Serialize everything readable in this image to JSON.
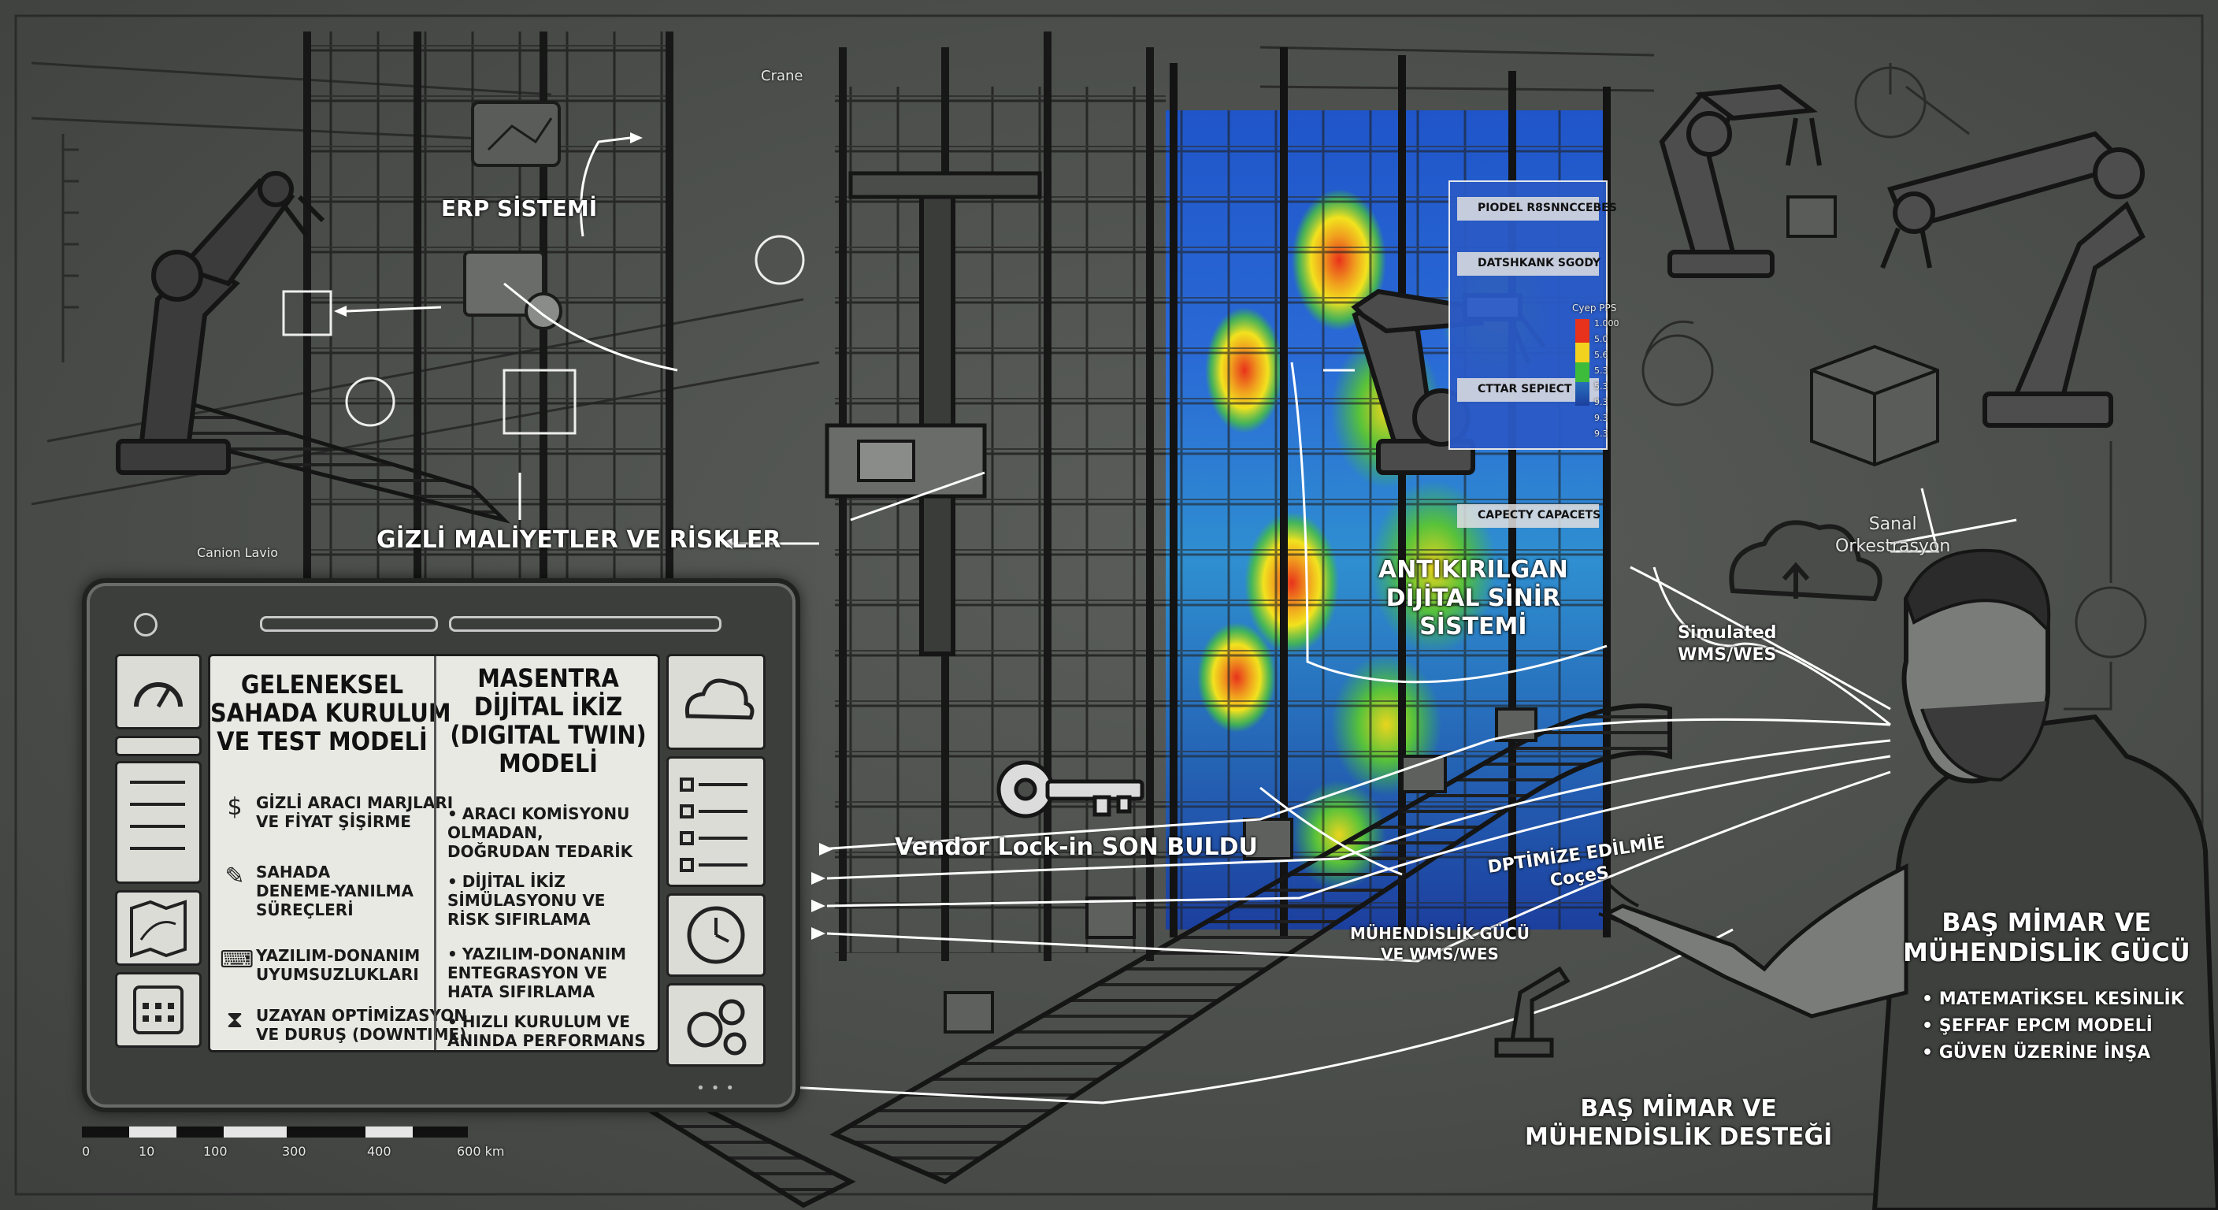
{
  "labels": {
    "crane": "Crane",
    "erp": "ERP SİSTEMİ",
    "hidden_costs": "GİZLİ MALİYETLER VE RİSKLER",
    "antifragile": "ANTIKIRILGAN\nDİJİTAL SİNİR\nSİSTEMİ",
    "vendor_lock": "Vendor Lock-in SON BULDU",
    "optimize": "DPTİMİZE EDİLMİE\nCoçeS",
    "eng_power_wms": "MÜHENDİSLİK GÜCÜ\nVE WMS/WES",
    "simulated": "Simulated\nWMS/WES",
    "virtual_orch": "Sanal\nOrkestrasyon",
    "canion": "Canion Lavio",
    "chief_support": "BAŞ MİMAR VE\nMÜHENDİSLİK DESTEĞİ",
    "chief_power": "BAŞ MİMAR VE\nMÜHENDİSLİK GÜCÜ"
  },
  "chief_points": [
    "MATEMATİKSEL KESİNLİK",
    "ŞEFFAF EPCM MODELİ",
    "GÜVEN ÜZERİNE İNŞA"
  ],
  "dashboard": {
    "rows": [
      "PIODEL R8SNNCCEBES",
      "DATSHKANK SGODY",
      "CTTAR SEPIECT",
      "CAPECTY CAPACETS"
    ],
    "legend_title": "Cyep PPS",
    "legend_values": [
      "1.000",
      "5.0",
      "5.6",
      "5.3",
      "5.3",
      "9.3",
      "9.3",
      "9.3"
    ]
  },
  "tablet": {
    "left_title": "GELENEKSEL\nSAHADA KURULUM\nVE TEST MODELİ",
    "left_items": [
      {
        "icon": "money-bag-icon",
        "text": "GİZLİ ARACI MARJLARI\nVE FİYAT ŞİŞİRME"
      },
      {
        "icon": "trial-error-icon",
        "text": "SAHADA\nDENEME-YANILMA\nSÜREÇLERİ"
      },
      {
        "icon": "software-hardware-icon",
        "text": "YAZILIM-DONANIM\nUYUMSUZLUKLARI"
      },
      {
        "icon": "hourglass-icon",
        "text": "UZAYAN OPTİMİZASYON\nVE DURUŞ (DOWNTIME)"
      }
    ],
    "right_title": "MASENTRA\nDİJİTAL İKİZ\n(DIGITAL TWIN)\nMODELİ",
    "right_items": [
      "ARACI KOMİSYONU\nOLMADAN,\nDOĞRUDAN TEDARİK",
      "DİJİTAL İKİZ\nSİMÜLASYONU VE\nRİSK SIFIRLAMA",
      "YAZILIM-DONANIM\nENTEGRASYON VE\nHATA SIFIRLAMA",
      "HIZLI KURULUM VE\nANINDA PERFORMANS"
    ]
  },
  "scale": {
    "ticks": [
      "0",
      "10",
      "100",
      "300",
      "400",
      "600 km"
    ]
  },
  "colors": {
    "ink": "#1c1d1c",
    "sketch": "#2a2b2a",
    "heat_blue": "#1e4fc8",
    "heat_green": "#3dbb3a",
    "heat_yellow": "#f2d21e",
    "heat_red": "#e03a1e",
    "white": "#ffffff"
  }
}
